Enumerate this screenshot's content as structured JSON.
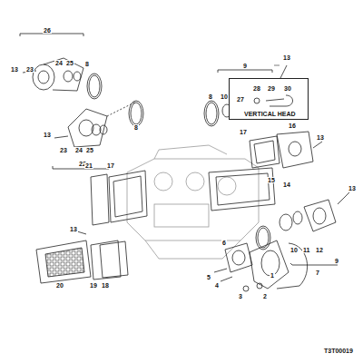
{
  "diagram": {
    "nodes": [
      {
        "text": [
          "27",
          "28",
          "29",
          "30",
          "VERTICAL HEAD"
        ]
      }
    ],
    "edges": [],
    "labels": [
      "26",
      "13",
      "23",
      "24",
      "25",
      "8",
      "8",
      "13",
      "23",
      "24",
      "25",
      "22",
      "9",
      "13",
      "8",
      "10",
      "11",
      "12",
      "21",
      "17",
      "17",
      "16",
      "13",
      "15",
      "14",
      "13",
      "13",
      "20",
      "19",
      "18",
      "6",
      "10",
      "11",
      "12",
      "9",
      "5",
      "4",
      "3",
      "2",
      "1",
      "7",
      "T3T00019"
    ]
  }
}
